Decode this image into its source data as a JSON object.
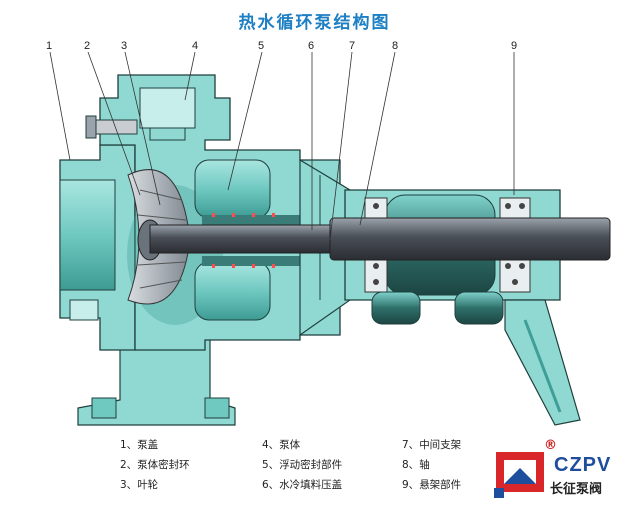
{
  "title": "热水循环泵结构图",
  "callouts": [
    "1",
    "2",
    "3",
    "4",
    "5",
    "6",
    "7",
    "8",
    "9"
  ],
  "legend": [
    {
      "num": "1、",
      "label": "泵盖"
    },
    {
      "num": "2、",
      "label": "泵体密封环"
    },
    {
      "num": "3、",
      "label": "叶轮"
    },
    {
      "num": "4、",
      "label": "泵体"
    },
    {
      "num": "5、",
      "label": "浮动密封部件"
    },
    {
      "num": "6、",
      "label": "水冷填料压盖"
    },
    {
      "num": "7、",
      "label": "中间支架"
    },
    {
      "num": "8、",
      "label": "轴"
    },
    {
      "num": "9、",
      "label": "悬架部件"
    }
  ],
  "logo": {
    "brand": "CZPV",
    "reg": "®",
    "name": "长征泵阀"
  },
  "colors": {
    "casing": "#7fd3cc",
    "casing_dark": "#3f9f98",
    "shaft": "#4a4f57",
    "accent": "#1d7fc4",
    "logo_red": "#d8262b"
  }
}
